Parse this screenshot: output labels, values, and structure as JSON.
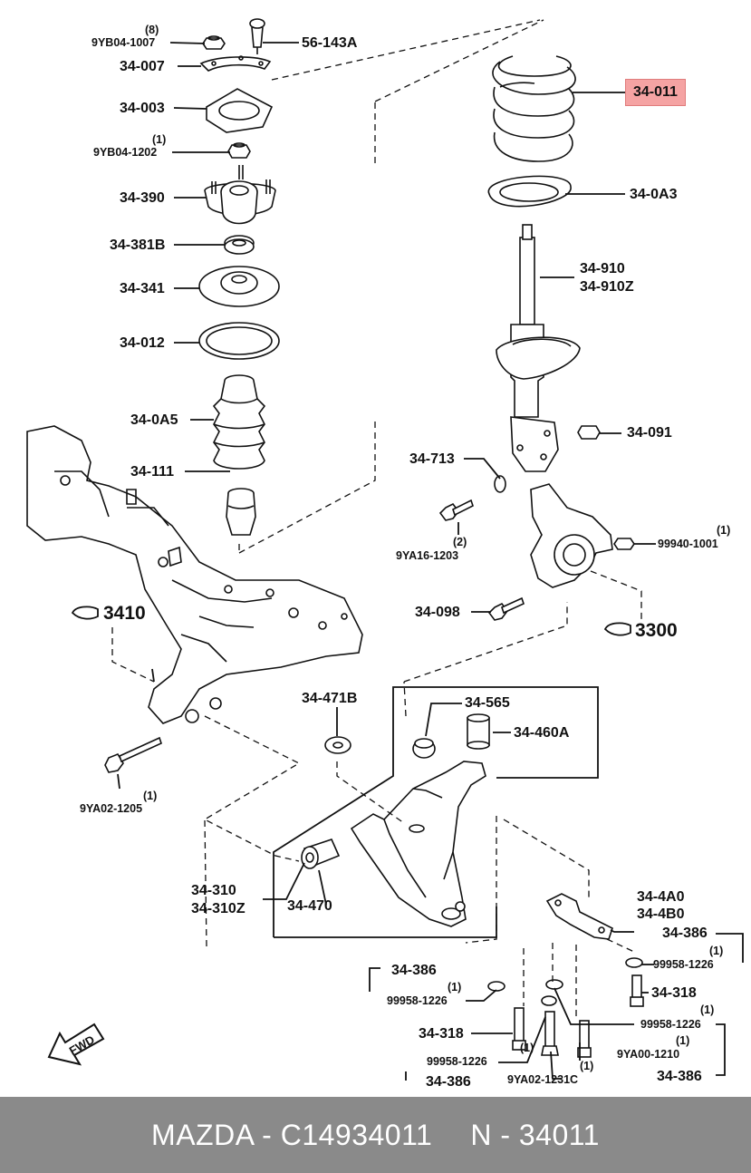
{
  "parts": {
    "p_9yb04_1007": "9YB04-1007",
    "q_8": "(8)",
    "p_56_143a": "56-143A",
    "p_34_007": "34-007",
    "p_34_003": "34-003",
    "q_1a": "(1)",
    "p_9yb04_1202": "9YB04-1202",
    "p_34_390": "34-390",
    "p_34_381b": "34-381B",
    "p_34_341": "34-341",
    "p_34_012": "34-012",
    "p_34_0a5": "34-0A5",
    "p_34_111": "34-111",
    "p_34_011": "34-011",
    "p_34_0a3": "34-0A3",
    "p_34_910": "34-910",
    "p_34_910z": "34-910Z",
    "p_34_091": "34-091",
    "p_34_713": "34-713",
    "q_2": "(2)",
    "p_9ya16_1203": "9YA16-1203",
    "q_1b": "(1)",
    "p_99940_1001": "99940-1001",
    "p_34_098": "34-098",
    "ref_3410": "3410",
    "ref_3300": "3300",
    "p_34_471b": "34-471B",
    "p_34_565": "34-565",
    "p_34_460a": "34-460A",
    "q_1c": "(1)",
    "p_9ya02_1205": "9YA02-1205",
    "p_34_310": "34-310",
    "p_34_310z": "34-310Z",
    "p_34_470": "34-470",
    "p_34_4a0": "34-4A0",
    "p_34_4b0": "34-4B0",
    "p_34_386_a": "34-386",
    "q_1d": "(1)",
    "p_99958_1226_a": "99958-1226",
    "p_34_386_b": "34-386",
    "q_1e": "(1)",
    "p_99958_1226_b": "99958-1226",
    "p_34_318_a": "34-318",
    "q_1f": "(1)",
    "p_99958_1226_c": "99958-1226",
    "p_34_318_b": "34-318",
    "q_1g": "(1)",
    "p_9ya00_1210": "9YA00-1210",
    "p_99958_1226_d": "99958-1226",
    "q_1h": "(1)",
    "p_9ya02_1231c": "9YA02-1231C",
    "q_1i": "(1)",
    "p_34_386_c": "34-386",
    "p_34_386_d": "34-386",
    "fwd": "FWD"
  },
  "footer": {
    "left": "MAZDA - C14934011",
    "right": "N - 34011"
  },
  "colors": {
    "highlight": "#f5a3a3",
    "footer_bg": "#8a8a8a",
    "ink": "#111111"
  }
}
